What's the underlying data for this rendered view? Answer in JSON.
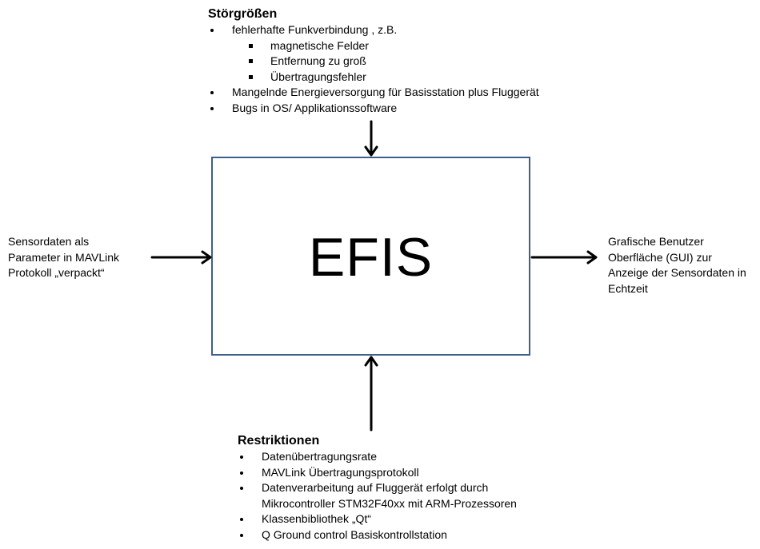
{
  "stoergroessen": {
    "title": "Störgrößen",
    "items": [
      "fehlerhafte Funkverbindung , z.B.",
      "Mangelnde Energieversorgung für Basisstation plus Fluggerät",
      "Bugs in OS/ Applikationssoftware"
    ],
    "subitems": [
      "magnetische  Felder",
      "Entfernung zu groß",
      "Übertragungsfehler"
    ]
  },
  "box": {
    "label": "EFIS"
  },
  "input": {
    "lines": [
      "Sensordaten als",
      "Parameter in MAVLink",
      "Protokoll „verpackt“"
    ]
  },
  "output": {
    "lines": [
      "Grafische Benutzer",
      "Oberfläche (GUI)  zur",
      "Anzeige der Sensordaten in",
      "Echtzeit"
    ]
  },
  "restriktionen": {
    "title": "Restriktionen",
    "items": [
      "Datenübertragungsrate",
      "MAVLink Übertragungsprotokoll",
      "Datenverarbeitung auf Fluggerät erfolgt durch",
      "Mikrocontroller STM32F40xx mit ARM-Prozessoren",
      "Klassenbibliothek „Qt“",
      "Q Ground control Basiskontrollstation"
    ]
  },
  "colors": {
    "box_border": "#3e5f8a",
    "arrow": "#000000"
  }
}
